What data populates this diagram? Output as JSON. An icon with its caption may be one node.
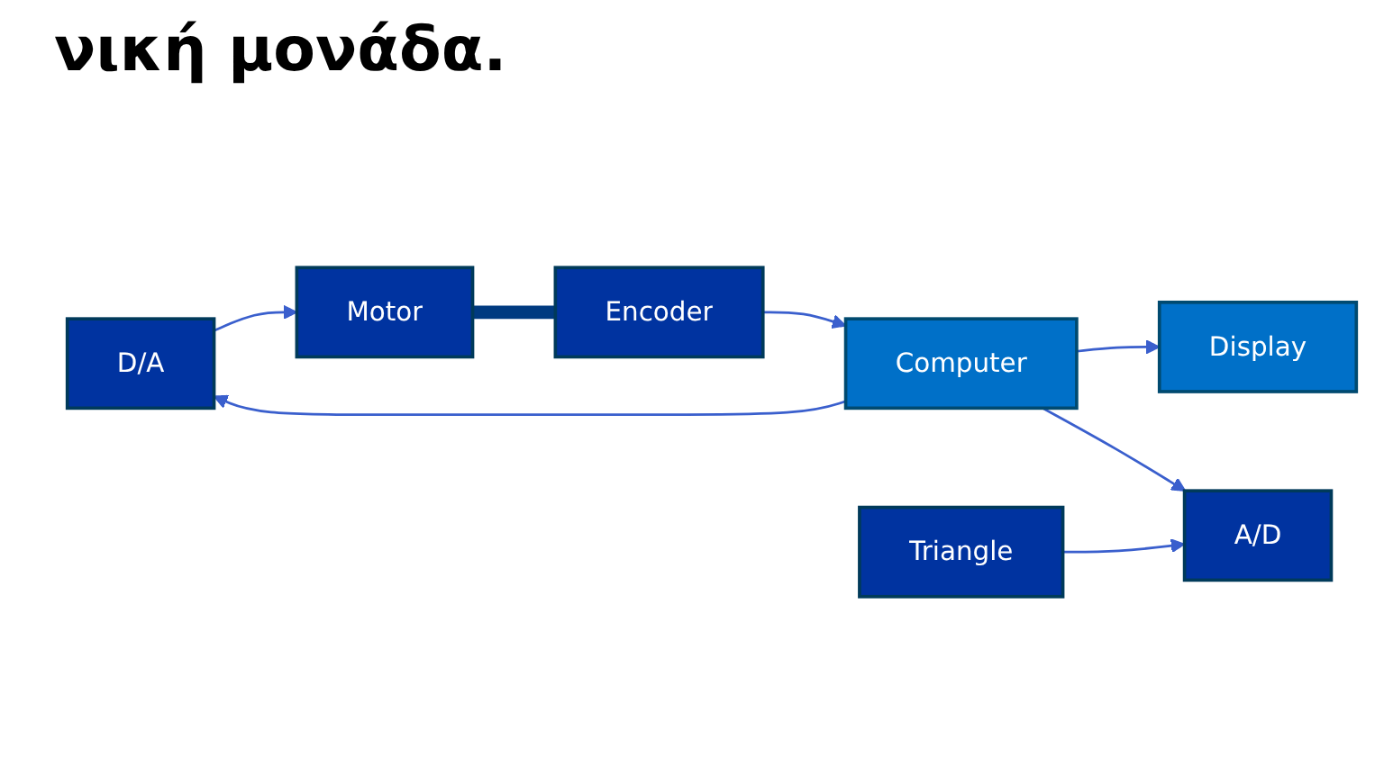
{
  "diagram": {
    "title": "νική μονάδα.",
    "nodes": [
      {
        "text": [
          "Display"
        ]
      },
      {
        "text": [
          "D/A"
        ]
      },
      {
        "text": [
          "Motor"
        ]
      },
      {
        "text": [
          "Encoder"
        ]
      },
      {
        "text": [
          "Computer"
        ]
      },
      {
        "text": [
          "Triangle"
        ]
      },
      {
        "text": [
          "A/D"
        ]
      }
    ],
    "edges": [
      {
        "from": 1,
        "to": 2,
        "arrow": "to"
      },
      {
        "from": 2,
        "to": 3,
        "arrow": "none",
        "style": "thick",
        "color": "#003a80"
      },
      {
        "from": 3,
        "to": 4,
        "arrow": "to"
      },
      {
        "from": 4,
        "to": 0,
        "arrow": "to"
      },
      {
        "from": 4,
        "to": 6,
        "arrow": "to"
      },
      {
        "from": 5,
        "to": 6,
        "arrow": "to"
      },
      {
        "from": 4,
        "to": 1,
        "arrow": "to"
      }
    ]
  }
}
